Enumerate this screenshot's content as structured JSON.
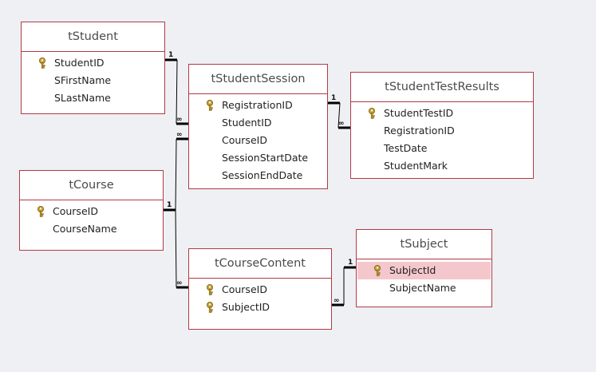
{
  "colors": {
    "background": "#eef0f3",
    "table_border": "#b23a48",
    "selected_field_bg": "#f4c7cc",
    "key_icon": "#c9a233"
  },
  "tables": {
    "tStudent": {
      "title": "tStudent",
      "fields": [
        {
          "name": "StudentID",
          "key": true
        },
        {
          "name": "SFirstName",
          "key": false
        },
        {
          "name": "SLastName",
          "key": false
        }
      ]
    },
    "tStudentSession": {
      "title": "tStudentSession",
      "fields": [
        {
          "name": "RegistrationID",
          "key": true
        },
        {
          "name": "StudentID",
          "key": false
        },
        {
          "name": "CourseID",
          "key": false
        },
        {
          "name": "SessionStartDate",
          "key": false
        },
        {
          "name": "SessionEndDate",
          "key": false
        }
      ]
    },
    "tStudentTestResults": {
      "title": "tStudentTestResults",
      "fields": [
        {
          "name": "StudentTestID",
          "key": true
        },
        {
          "name": "RegistrationID",
          "key": false
        },
        {
          "name": "TestDate",
          "key": false
        },
        {
          "name": "StudentMark",
          "key": false
        }
      ]
    },
    "tCourse": {
      "title": "tCourse",
      "fields": [
        {
          "name": "CourseID",
          "key": true
        },
        {
          "name": "CourseName",
          "key": false
        }
      ]
    },
    "tCourseContent": {
      "title": "tCourseContent",
      "fields": [
        {
          "name": "CourseID",
          "key": true
        },
        {
          "name": "SubjectID",
          "key": true
        }
      ]
    },
    "tSubject": {
      "title": "tSubject",
      "fields": [
        {
          "name": "SubjectId",
          "key": true,
          "selected": true
        },
        {
          "name": "SubjectName",
          "key": false
        }
      ]
    }
  },
  "relationships": [
    {
      "from": "tStudent.StudentID",
      "to": "tStudentSession.StudentID",
      "one": "1",
      "many": "∞"
    },
    {
      "from": "tCourse.CourseID",
      "to": "tStudentSession.CourseID",
      "one": "1",
      "many": "∞"
    },
    {
      "from": "tCourse.CourseID",
      "to": "tCourseContent.CourseID",
      "one": "1",
      "many": "∞"
    },
    {
      "from": "tStudentSession.RegistrationID",
      "to": "tStudentTestResults.RegistrationID",
      "one": "1",
      "many": "∞"
    },
    {
      "from": "tSubject.SubjectId",
      "to": "tCourseContent.SubjectID",
      "one": "1",
      "many": "∞"
    }
  ]
}
